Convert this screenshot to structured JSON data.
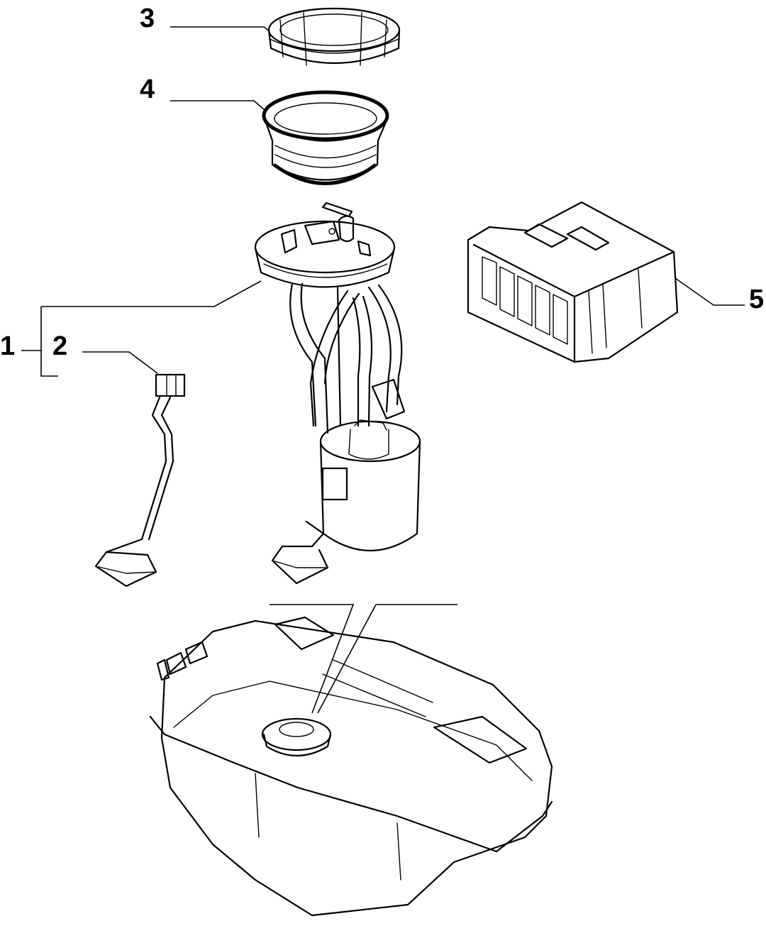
{
  "callouts": [
    {
      "id": "1",
      "text": "1"
    },
    {
      "id": "2",
      "text": "2"
    },
    {
      "id": "3",
      "text": "3"
    },
    {
      "id": "4",
      "text": "4"
    },
    {
      "id": "5",
      "text": "5"
    }
  ],
  "parts": {
    "ring_nut": "3",
    "seal_ring": "4",
    "fuel_pump_assembly": "1",
    "level_sender": "2",
    "electrical_connector": "5"
  }
}
